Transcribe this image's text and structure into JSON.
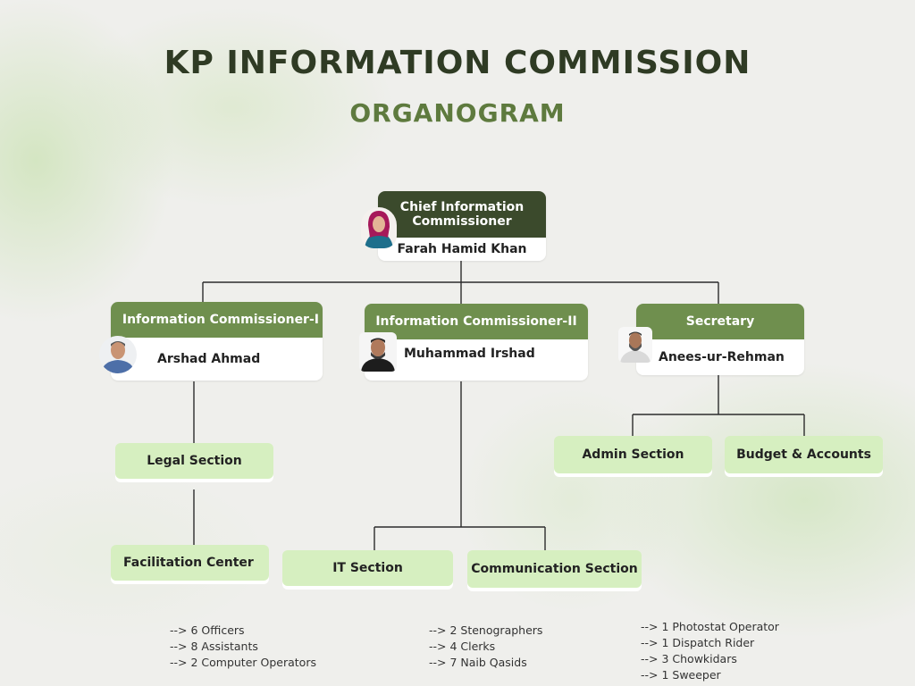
{
  "title": "KP INFORMATION COMMISSION",
  "subtitle": "ORGANOGRAM",
  "colors": {
    "dark_header": "#3b4a2c",
    "mid_header": "#6f8f4e",
    "section_fill": "#d6efc0",
    "line": "#2c2c2c"
  },
  "chief": {
    "role": "Chief Information Commissioner",
    "name": "Farah Hamid Khan"
  },
  "commissioners": [
    {
      "role": "Information Commissioner-I",
      "name": "Arshad Ahmad"
    },
    {
      "role": "Information Commissioner-II",
      "name": "Muhammad Irshad"
    },
    {
      "role": "Secretary",
      "name": "Anees-ur-Rehman"
    }
  ],
  "sections": {
    "legal": "Legal Section",
    "facilitation": "Facilitation Center",
    "it": "IT Section",
    "communication": "Communication Section",
    "admin": "Admin Section",
    "budget": "Budget & Accounts"
  },
  "staff": {
    "col1": [
      "--> 6 Officers",
      "--> 8 Assistants",
      "--> 2 Computer Operators"
    ],
    "col2": [
      "--> 2 Stenographers",
      "--> 4 Clerks",
      "--> 7 Naib Qasids"
    ],
    "col3": [
      "--> 1 Photostat Operator",
      "--> 1 Dispatch Rider",
      "--> 3 Chowkidars",
      "--> 1 Sweeper"
    ]
  }
}
